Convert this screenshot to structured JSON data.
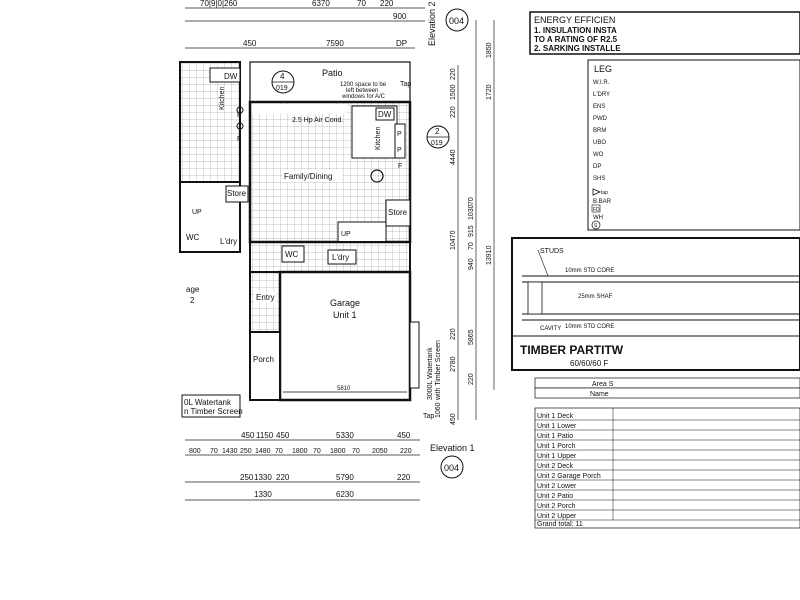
{
  "plan": {
    "top_dims": {
      "a": "70|9|0|260",
      "b": "6370",
      "c": "70",
      "d": "220",
      "e": "900"
    },
    "row2_dims": {
      "a": "450",
      "b": "7590",
      "c": "DP"
    },
    "elevation2": "Elevation 2",
    "marker_top": {
      "num": "004"
    },
    "marker_patio": {
      "num": "4",
      "sheet": "019"
    },
    "marker_side": {
      "num": "2",
      "sheet": "019"
    },
    "marker_bottom": {
      "num": "004"
    },
    "rooms": {
      "patio": "Patio",
      "note1": "1200 space to be",
      "note2": "left between",
      "note3": "windows for A/C",
      "tap_top": "Tap",
      "aircond": "2.5 Hp Air Cond.",
      "dw_left": "DW",
      "dw_right": "DW",
      "kitchen_left": "Kitchen",
      "kitchen_right": "Kitchen",
      "p": "P",
      "f": "F",
      "family": "Family/Dining",
      "store_left": "Store",
      "store_right": "Store",
      "up_left": "UP",
      "up_mid": "UP",
      "wc_left": "WC",
      "ldry_left": "L'dry",
      "wc": "WC",
      "ldry": "L'dry",
      "garage": "Garage",
      "unit1": "Unit 1",
      "age": "age",
      "age2": "2",
      "entry": "Entry",
      "porch": "Porch",
      "watertank_left1": "0L Watertank",
      "watertank_left2": "n Timber Screen",
      "watertank_right1": "3000L Watertank",
      "watertank_right2": "with Timber Screen",
      "tap_bottom": "Tap",
      "dim_5810": "5810"
    },
    "bottom_dims": {
      "row1": [
        "450",
        "1150",
        "450",
        "5330",
        "450"
      ],
      "row2": [
        "800",
        "70",
        "1430",
        "250",
        "1480",
        "70",
        "1800",
        "70",
        "1800",
        "70",
        "2050",
        "220"
      ],
      "row3": [
        "250",
        "1330",
        "220",
        "5790",
        "220"
      ],
      "row4": [
        "1330",
        "6230"
      ]
    },
    "elevation1": "Elevation 1",
    "side_dims": [
      "220",
      "1500",
      "220",
      "4440",
      "10470",
      "940",
      "70",
      "915",
      "1030",
      "70",
      "2780",
      "220",
      "5865",
      "220",
      "1060",
      "450",
      "1850",
      "1720",
      "13910"
    ]
  },
  "energy": {
    "title": "ENERGY EFFICIEN",
    "line1": "1. INSULATION INSTA",
    "line2": "TO A RATING OF R2.5",
    "line3": "2. SARKING INSTALLE"
  },
  "legend": {
    "title": "LEG",
    "items": [
      "W.I.R.",
      "L'DRY",
      "ENS",
      "PWD",
      "BRM",
      "UBO",
      "WO",
      "DP",
      "SHS"
    ],
    "extra": [
      "tap",
      "B.BAR",
      "FD",
      "WH",
      "S"
    ]
  },
  "partition": {
    "studs": "STUDS",
    "core1": "10mm STD CORE",
    "shaft": "25mm SHAF",
    "core2": "10mm STD CORE",
    "cavity": "CAVITY",
    "title": "TIMBER PARTITW",
    "subtitle": "60/60/60 F"
  },
  "area": {
    "header1": "Area S",
    "header2": "Name",
    "rows": [
      "Unit 1 Deck",
      "Unit 1 Lower",
      "Unit 1 Patio",
      "Unit 1 Porch",
      "Unit 1 Upper",
      "Unit 2 Deck",
      "Unit 2 Garage Porch",
      "Unit 2 Lower",
      "Unit 2 Patio",
      "Unit 2 Porch",
      "Unit 2 Upper"
    ],
    "total": "Grand total: 11"
  }
}
